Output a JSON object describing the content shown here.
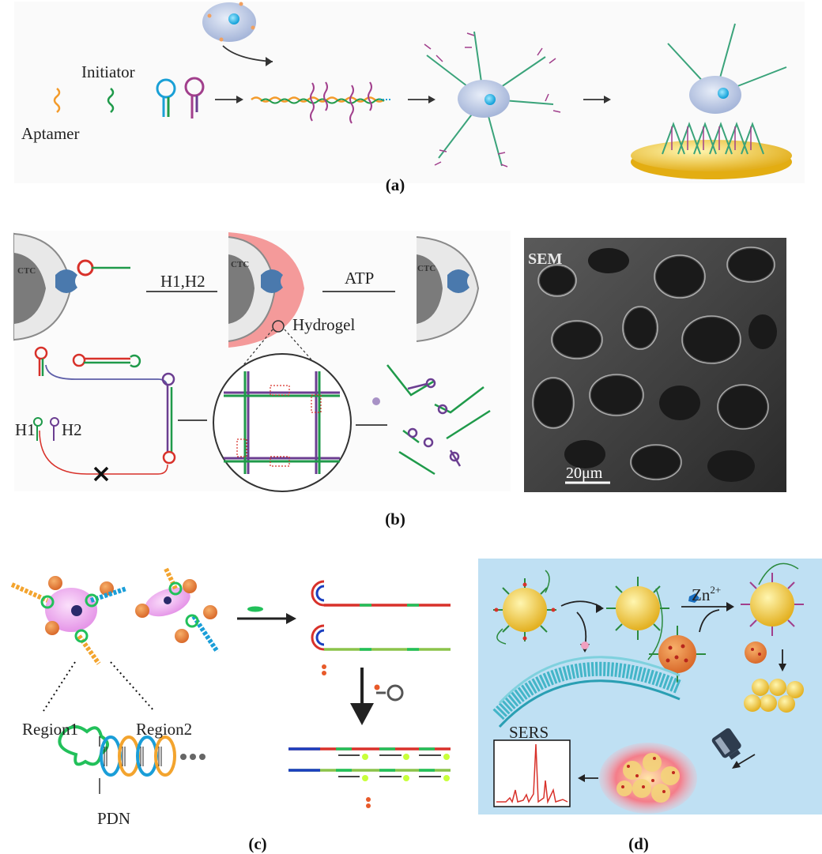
{
  "panel_a": {
    "caption": "(a)",
    "labels": {
      "initiator": "Initiator",
      "aptamer": "Aptamer"
    }
  },
  "panel_b": {
    "caption": "(b)",
    "labels": {
      "ctc": "CTC",
      "h1h2": "H1,H2",
      "atp": "ATP",
      "hydrogel": "Hydrogel",
      "h1": "H1",
      "h2": "H2",
      "sem": "SEM",
      "scale": "20μm"
    }
  },
  "panel_c": {
    "caption": "(c)",
    "labels": {
      "region1": "Region1",
      "region2": "Region2",
      "pdn": "PDN"
    }
  },
  "panel_d": {
    "caption": "(d)",
    "labels": {
      "zn": "Zn",
      "zn_sup": "2+",
      "sers": "SERS"
    }
  },
  "colors": {
    "cell": "#b9c6e2",
    "nucleus": "#27b5ea",
    "gold_plate": "#f2c22a",
    "hydrogel": "#f49a9a",
    "panel_d_bg": "#bfe0f3",
    "red_strand": "#d8312a",
    "green_strand": "#1f9a4a",
    "purple_strand": "#6b3e91"
  }
}
